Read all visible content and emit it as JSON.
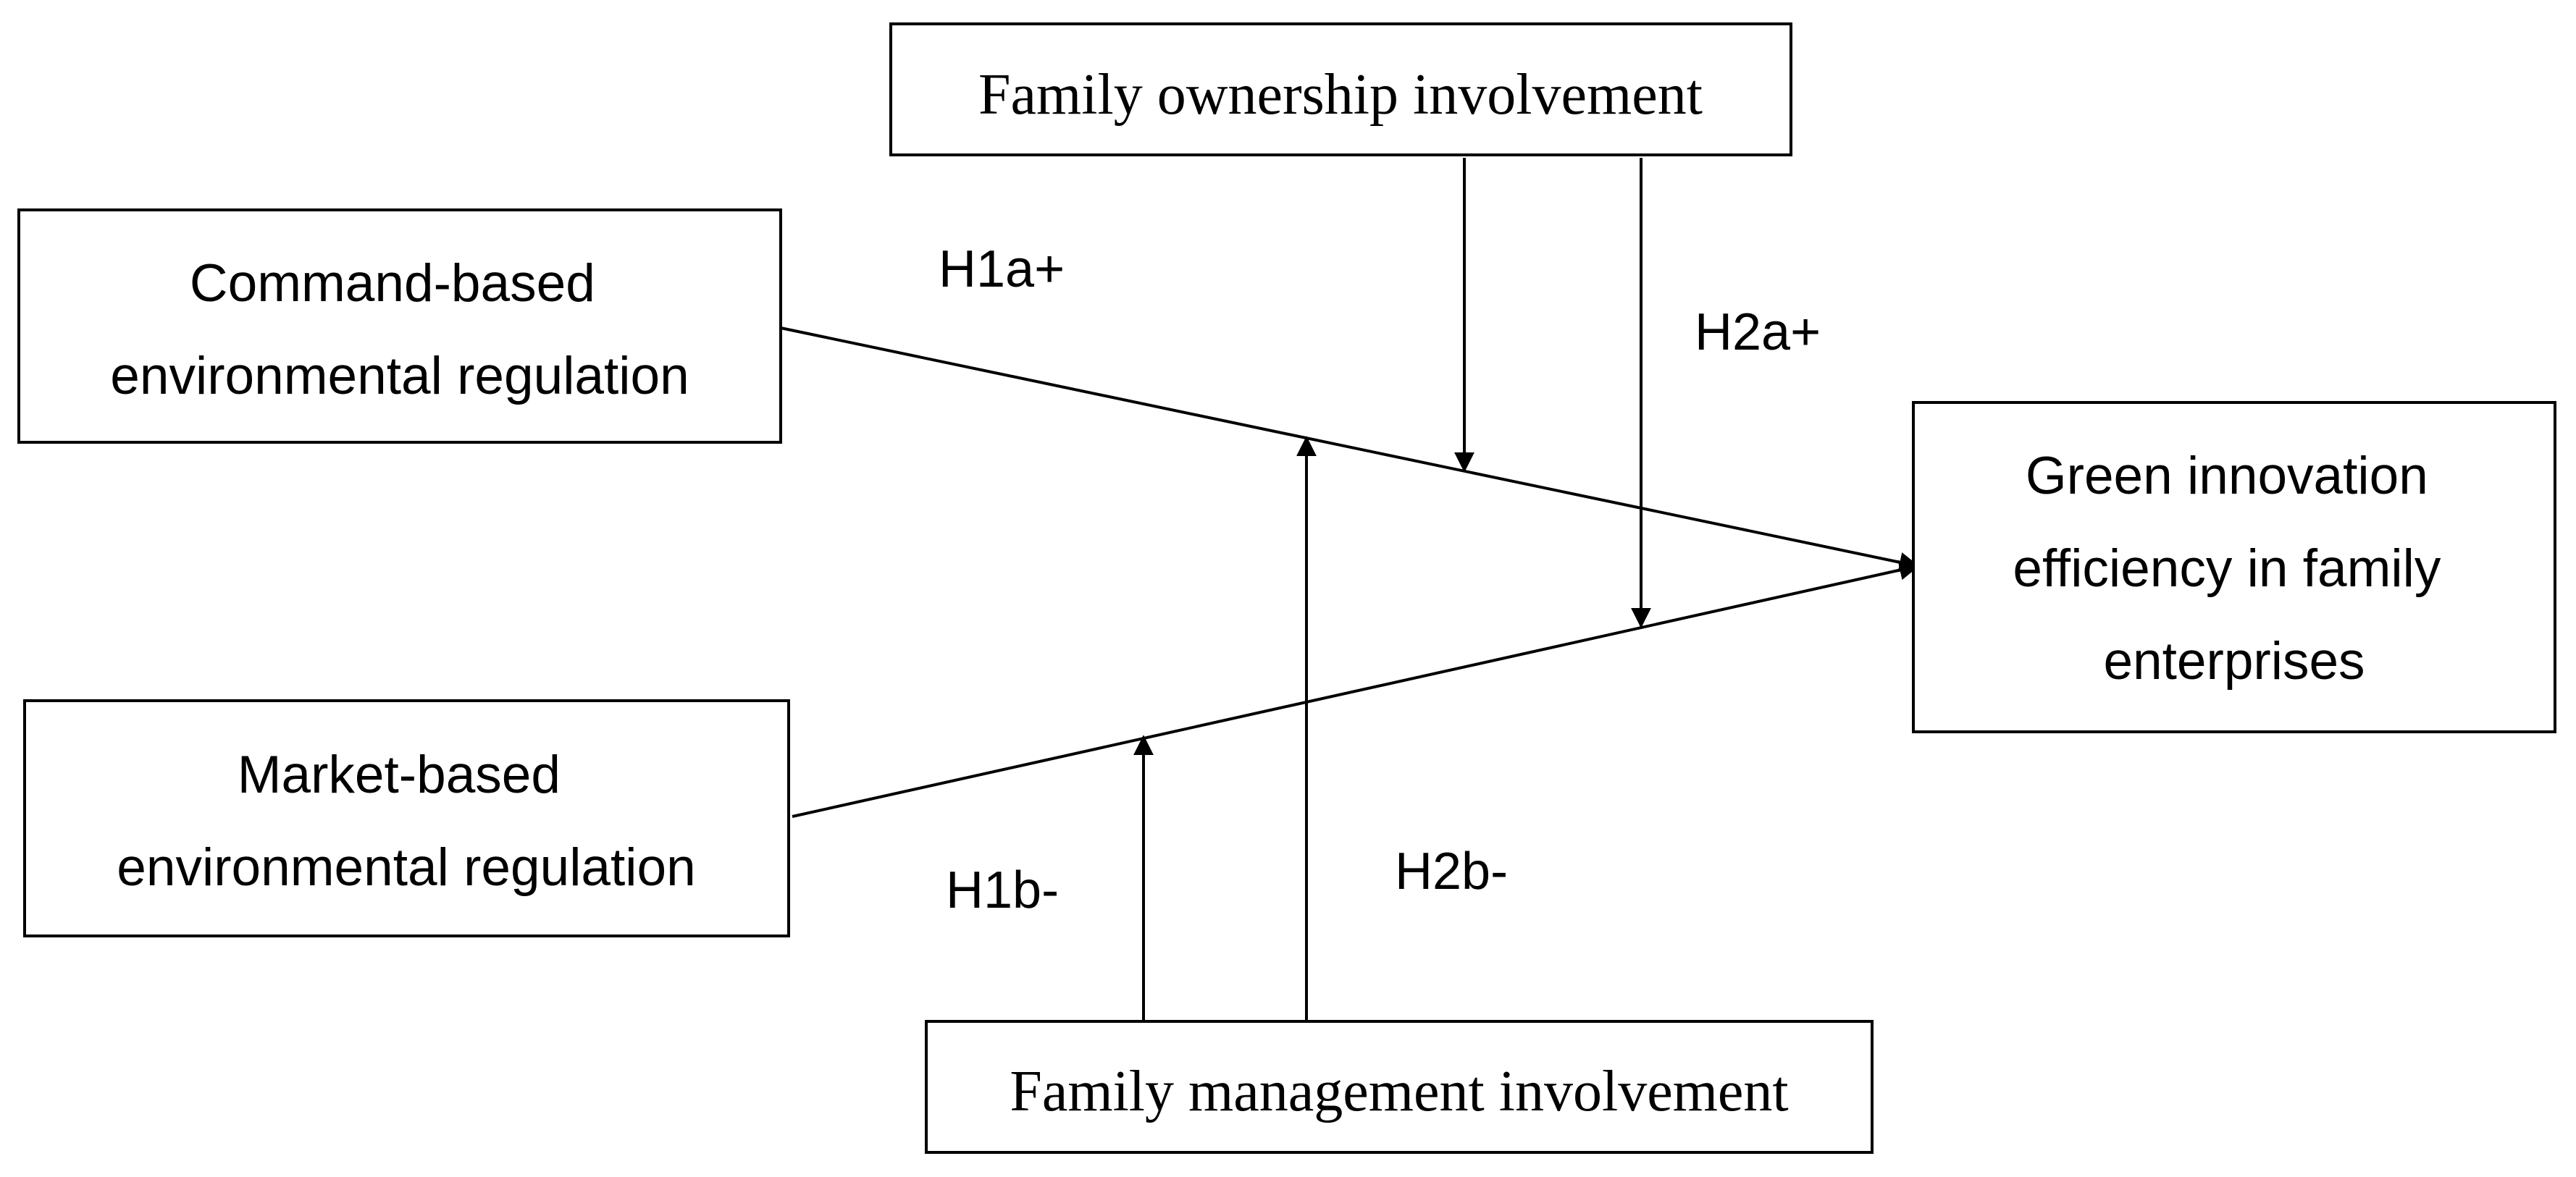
{
  "nodes": {
    "family_ownership": {
      "lines": [
        "Family ownership involvement"
      ]
    },
    "command_based": {
      "lines": [
        "Command-based",
        "environmental regulation"
      ]
    },
    "market_based": {
      "lines": [
        "Market-based",
        "environmental regulation"
      ]
    },
    "green_innovation": {
      "lines": [
        "Green innovation",
        "efficiency in family",
        "enterprises"
      ]
    },
    "family_management": {
      "lines": [
        "Family management involvement"
      ]
    }
  },
  "hypotheses": {
    "h1a": "H1a+",
    "h2a": "H2a+",
    "h1b": "H1b-",
    "h2b": "H2b-"
  },
  "colors": {
    "stroke": "#000000",
    "background": "#ffffff"
  }
}
